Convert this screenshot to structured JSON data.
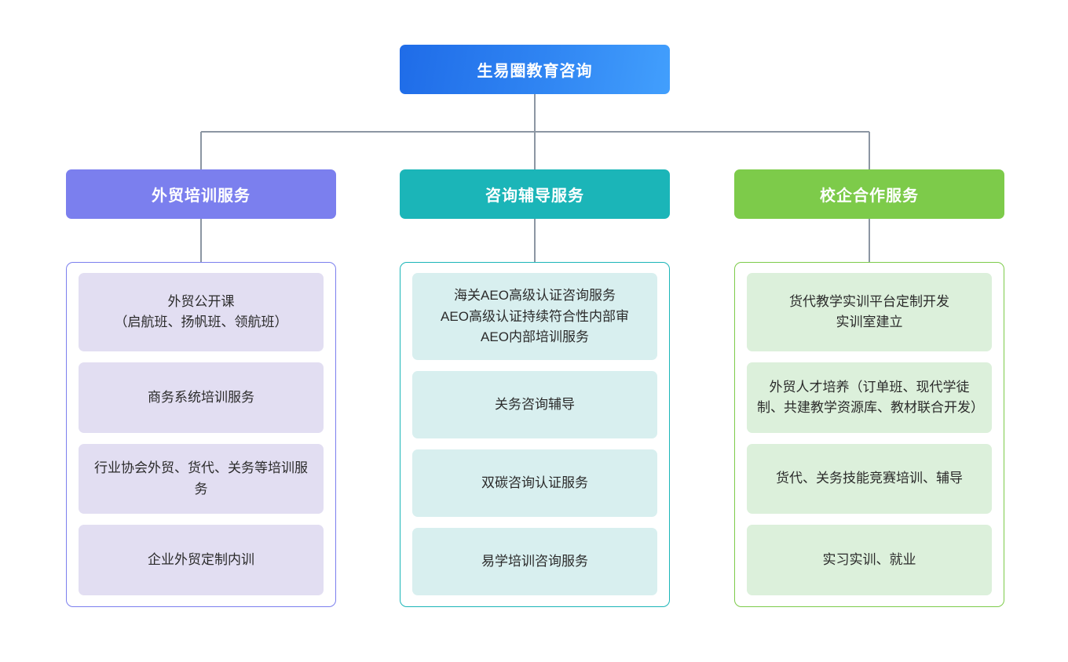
{
  "root": {
    "label": "生易圈教育咨询",
    "color": "#1F6CE8",
    "color_end": "#429FFD"
  },
  "connector_color": "#8C96A3",
  "columns": [
    {
      "header": "外贸培训服务",
      "header_color": "#7B7FEE",
      "border_color": "#7B7FEE",
      "card_color": "#E2DEF2",
      "items": [
        {
          "label": "外贸公开课\n（启航班、扬帆班、领航班）"
        },
        {
          "label": "商务系统培训服务"
        },
        {
          "label": "行业协会外贸、货代、关务等培训服务"
        },
        {
          "label": "企业外贸定制内训"
        }
      ]
    },
    {
      "header": "咨询辅导服务",
      "header_color": "#1BB5B8",
      "border_color": "#1BB5B8",
      "card_color": "#D8EFEF",
      "items": [
        {
          "label": "海关AEO高级认证咨询服务\nAEO高级认证持续符合性内部审\nAEO内部培训服务"
        },
        {
          "label": "关务咨询辅导"
        },
        {
          "label": "双碳咨询认证服务"
        },
        {
          "label": "易学培训咨询服务"
        }
      ]
    },
    {
      "header": "校企合作服务",
      "header_color": "#7DCB4A",
      "border_color": "#7DCB4A",
      "card_color": "#DCF0DB",
      "items": [
        {
          "label": "货代教学实训平台定制开发\n实训室建立"
        },
        {
          "label": "外贸人才培养（订单班、现代学徒制、共建教学资源库、教材联合开发）"
        },
        {
          "label": "货代、关务技能竞赛培训、辅导"
        },
        {
          "label": "实习实训、就业"
        }
      ]
    }
  ]
}
